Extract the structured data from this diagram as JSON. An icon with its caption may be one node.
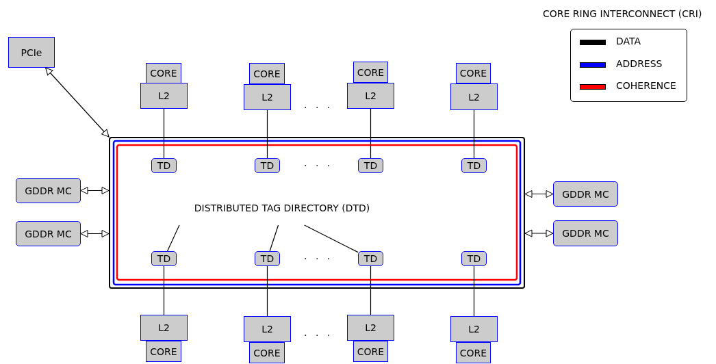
{
  "diagram": {
    "nodes": [
      {
        "text": [
          "PCIe"
        ]
      },
      {
        "text": [
          "CORE"
        ]
      },
      {
        "text": [
          "L2"
        ]
      },
      {
        "text": [
          "CORE"
        ]
      },
      {
        "text": [
          "L2"
        ]
      },
      {
        "text": [
          "CORE"
        ]
      },
      {
        "text": [
          "L2"
        ]
      },
      {
        "text": [
          "CORE"
        ]
      },
      {
        "text": [
          "L2"
        ]
      },
      {
        "text": [],
        "shape": "box"
      },
      {
        "text": [
          "TD"
        ],
        "in": 9
      },
      {
        "text": [
          "TD"
        ],
        "in": 9
      },
      {
        "text": [
          "TD"
        ],
        "in": 9
      },
      {
        "text": [
          "TD"
        ],
        "in": 9
      },
      {
        "text": [
          "DISTRIBUTED TAG DIRECTORY (DTD)"
        ],
        "in": 9
      },
      {
        "text": [
          "TD"
        ],
        "in": 9
      },
      {
        "text": [
          "TD"
        ],
        "in": 9
      },
      {
        "text": [
          "TD"
        ],
        "in": 9
      },
      {
        "text": [
          "TD"
        ],
        "in": 9
      },
      {
        "text": [
          "GDDR MC"
        ]
      },
      {
        "text": [
          "GDDR MC"
        ]
      },
      {
        "text": [
          "GDDR MC"
        ]
      },
      {
        "text": [
          "GDDR MC"
        ]
      },
      {
        "text": [
          "L2"
        ]
      },
      {
        "text": [
          "CORE"
        ]
      },
      {
        "text": [
          "L2"
        ]
      },
      {
        "text": [
          "CORE"
        ]
      },
      {
        "text": [
          "L2"
        ]
      },
      {
        "text": [
          "CORE"
        ]
      },
      {
        "text": [
          "L2"
        ]
      },
      {
        "text": [
          "CORE"
        ]
      }
    ],
    "edges": [
      {
        "from": 0,
        "to": 9,
        "arrow": "both"
      },
      {
        "from": 2,
        "to": 10,
        "arrow": "none"
      },
      {
        "from": 4,
        "to": 11,
        "arrow": "none"
      },
      {
        "from": 6,
        "to": 12,
        "arrow": "none"
      },
      {
        "from": 8,
        "to": 13,
        "arrow": "none"
      },
      {
        "from": 14,
        "to": 15,
        "arrow": "none"
      },
      {
        "from": 14,
        "to": 16,
        "arrow": "none"
      },
      {
        "from": 14,
        "to": 17,
        "arrow": "none"
      },
      {
        "from": 15,
        "to": 23,
        "arrow": "none"
      },
      {
        "from": 16,
        "to": 25,
        "arrow": "none"
      },
      {
        "from": 17,
        "to": 27,
        "arrow": "none"
      },
      {
        "from": 18,
        "to": 29,
        "arrow": "none"
      },
      {
        "from": 19,
        "to": 9,
        "arrow": "both"
      },
      {
        "from": 20,
        "to": 9,
        "arrow": "both"
      },
      {
        "from": 9,
        "to": 21,
        "arrow": "both"
      },
      {
        "from": 9,
        "to": 22,
        "arrow": "both"
      }
    ],
    "labels": [
      "CORE RING INTERCONNECT (CRI)",
      ". . .",
      ". . .",
      ". . .",
      ". . ."
    ],
    "legend": [
      {
        "text": "DATA",
        "color": "#000000"
      },
      {
        "text": "ADDRESS",
        "color": "#0000ff"
      },
      {
        "text": "COHERENCE",
        "color": "#ff0000"
      }
    ]
  }
}
